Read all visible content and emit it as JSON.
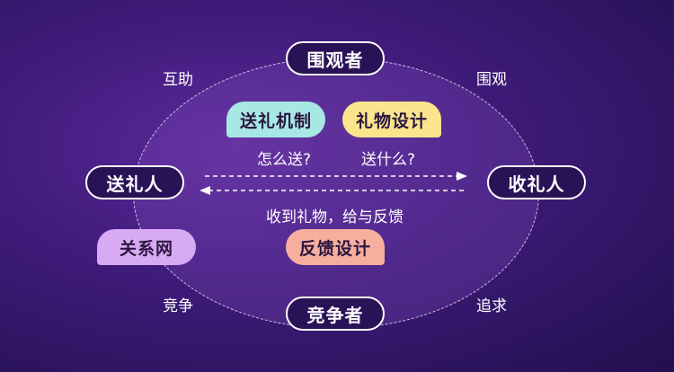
{
  "roles": {
    "spectator": "围观者",
    "sender": "送礼人",
    "receiver": "收礼人",
    "competitor": "竞争者"
  },
  "relations": {
    "interact": "互助",
    "watch": "围观",
    "compete": "竞争",
    "pursue": "追求"
  },
  "bubbles": {
    "gift_mechanism": "送礼机制",
    "gift_design": "礼物设计",
    "relationship_network": "关系网",
    "feedback_design": "反馈设计"
  },
  "captions": {
    "how_to_send": "怎么送?",
    "what_to_send": "送什么?",
    "feedback": "收到礼物，给与反馈"
  },
  "colors": {
    "background": "#3d1a78",
    "gift_mechanism": "#a8e8e4",
    "gift_design": "#fbe58c",
    "relationship_network": "#d9aaf4",
    "feedback_design": "#f6ae9f"
  }
}
